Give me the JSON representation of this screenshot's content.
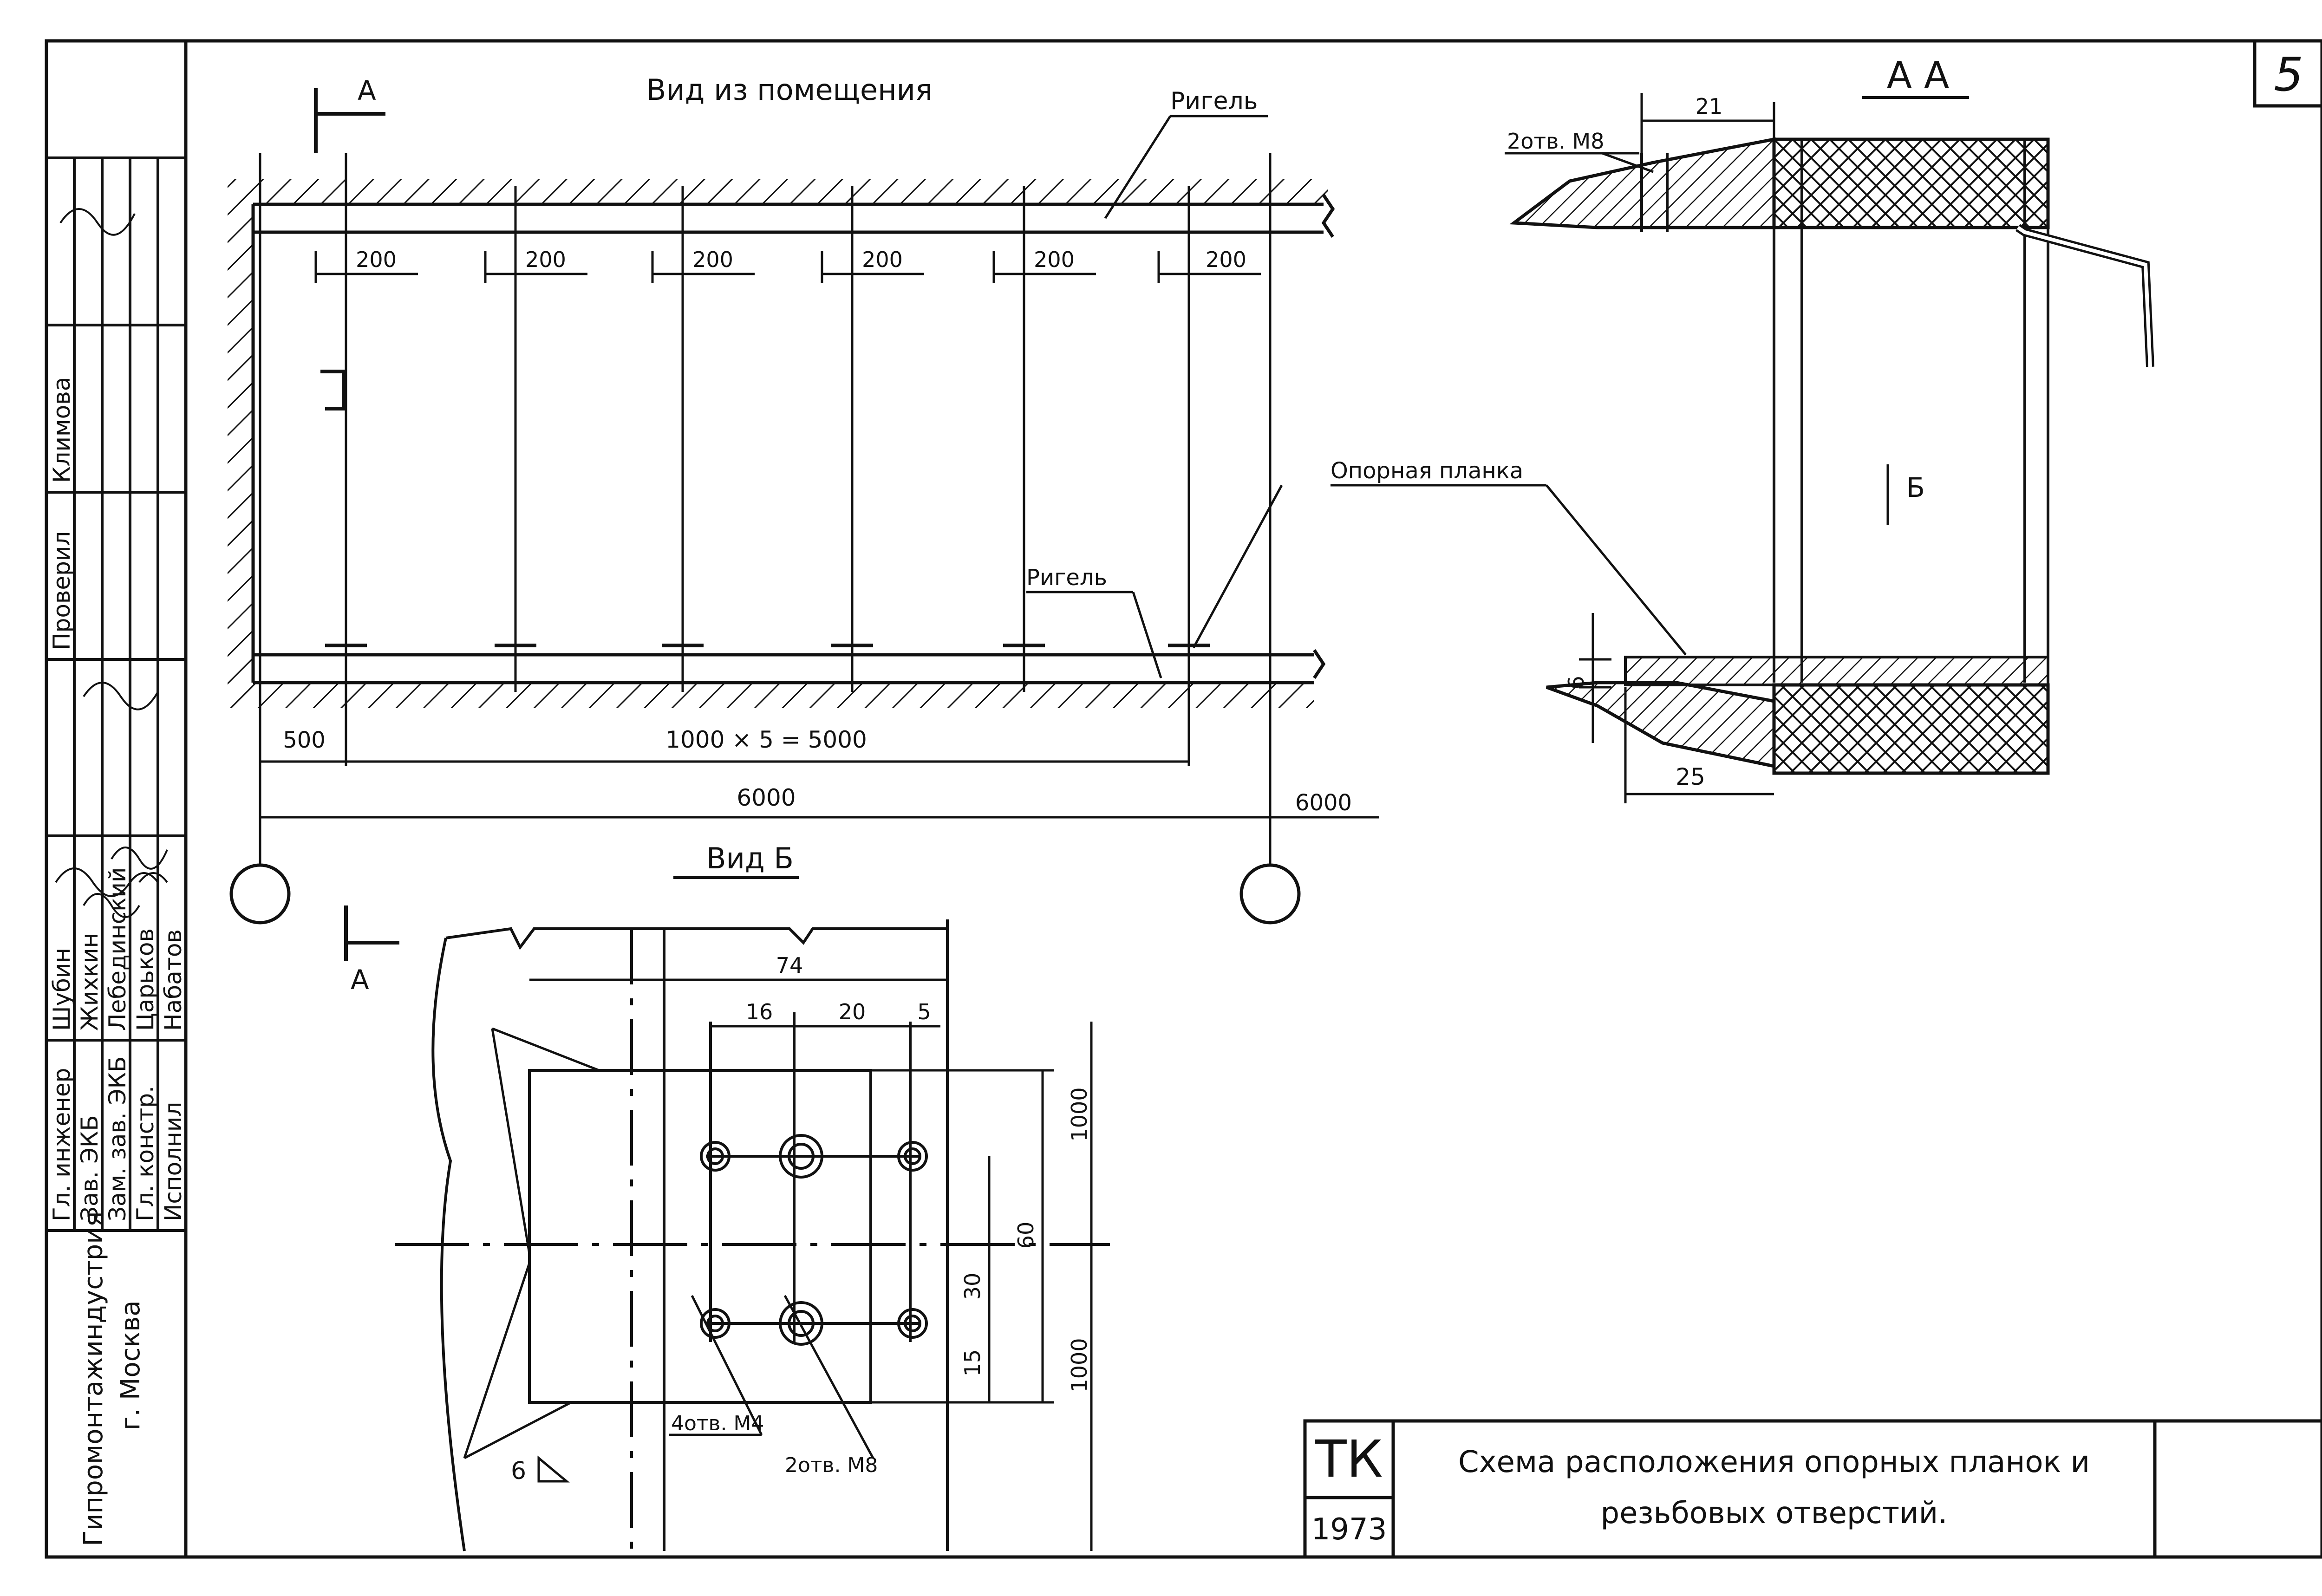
{
  "sheet": {
    "number": "5"
  },
  "stamp": {
    "org": "Гипромонтажиндустрия",
    "city": "г. Москва",
    "roles": [
      "Гл. инженер",
      "Зав. ЭКБ",
      "Зам. зав. ЭКБ",
      "Гл. констр.",
      "Исполнил"
    ],
    "names": [
      "Шубин",
      "Жихкин",
      "Лебединский",
      "Царьков",
      "Набатов"
    ],
    "checked_label": "Проверил",
    "checked_name": "Климова"
  },
  "view_room": {
    "title": "Вид из помещения",
    "section_mark": "А",
    "rigel_label": "Ригель",
    "plank_label": "Опорная планка",
    "spacing_label": "200",
    "dim_500": "500",
    "dim_main": "1000 × 5 = 5000",
    "dim_total": "6000",
    "dim_total_right": "6000"
  },
  "view_b": {
    "title": "Вид Б",
    "section_mark": "А",
    "dim_74": "74",
    "dim_16": "16",
    "dim_20": "20",
    "dim_5": "5",
    "dim_1000_top": "1000",
    "dim_1000_bottom": "1000",
    "dim_60": "60",
    "dim_30": "30",
    "dim_15": "15",
    "holes_m4": "4отв. М4",
    "holes_m8": "2отв. М8",
    "weld_mark": "6"
  },
  "section_aa": {
    "title": "А А",
    "holes_m8": "2отв. М8",
    "dim_21": "21",
    "dim_6": "6",
    "dim_25": "25",
    "view_mark": "Б"
  },
  "title_block": {
    "code": "ТК",
    "year": "1973",
    "line1": "Схема расположения опорных планок и",
    "line2": "резьбовых отверстий."
  }
}
